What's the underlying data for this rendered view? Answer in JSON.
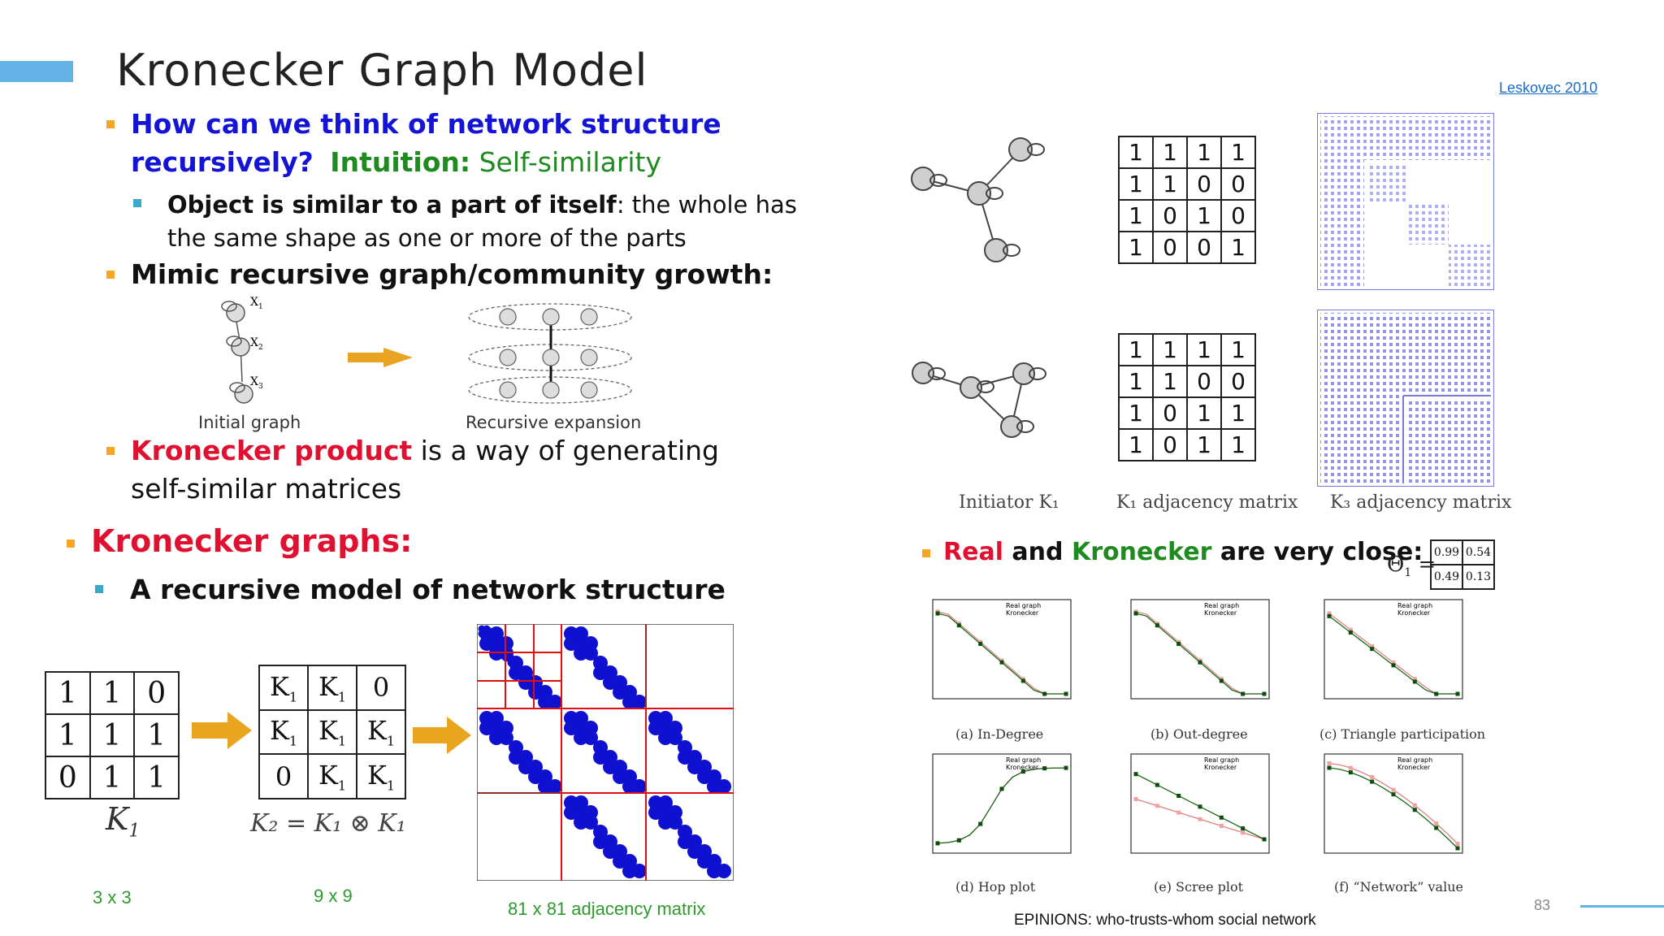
{
  "slide": {
    "title": "Kronecker Graph Model",
    "citation": "Leskovec 2010",
    "page_number": "83"
  },
  "left": {
    "b1_part1": "How can we think of network structure",
    "b1_part2": "recursively?",
    "b1_intuition": "Intuition:",
    "b1_selfsim": "Self-similarity",
    "b1_sub_bold": "Object is similar to a part of itself",
    "b1_sub_rest": ": the whole has",
    "b1_sub_line2": "the same shape as one or more of the parts",
    "b2": "Mimic recursive graph/community growth:",
    "diagram_label_initial": "Initial graph",
    "diagram_label_recursive": "Recursive expansion",
    "node_x1": "X",
    "node_x1_sub": "1",
    "node_x2": "X",
    "node_x2_sub": "2",
    "node_x3": "X",
    "node_x3_sub": "3",
    "b3_red": "Kronecker product",
    "b3_rest": " is a way of generating",
    "b3_line2": "self-similar matrices",
    "kg_heading": "Kronecker graphs:",
    "kg_sub": "A recursive model of network structure",
    "k1_matrix": [
      [
        "1",
        "1",
        "0"
      ],
      [
        "1",
        "1",
        "1"
      ],
      [
        "0",
        "1",
        "1"
      ]
    ],
    "k1_label": "K",
    "k1_sub": "1",
    "k2_matrix": [
      [
        "K",
        "K",
        "0"
      ],
      [
        "K",
        "K",
        "K"
      ],
      [
        "0",
        "K",
        "K"
      ]
    ],
    "k2_sub": "1",
    "k2_formula": "K₂ = K₁ ⊗ K₁",
    "size_3": "3 x 3",
    "size_9": "9 x 9",
    "size_81": "81 x 81 adjacency matrix"
  },
  "right": {
    "top_matrix": [
      [
        "1",
        "1",
        "1",
        "1"
      ],
      [
        "1",
        "1",
        "0",
        "0"
      ],
      [
        "1",
        "0",
        "1",
        "0"
      ],
      [
        "1",
        "0",
        "0",
        "1"
      ]
    ],
    "mid_matrix": [
      [
        "1",
        "1",
        "1",
        "1"
      ],
      [
        "1",
        "1",
        "0",
        "0"
      ],
      [
        "1",
        "0",
        "1",
        "1"
      ],
      [
        "1",
        "0",
        "1",
        "1"
      ]
    ],
    "cap_initiator": "Initiator K₁",
    "cap_adj": "K₁ adjacency matrix",
    "cap_k3": "K₃ adjacency matrix",
    "close_real": "Real",
    "close_and": " and ",
    "close_kron": "Kronecker",
    "close_rest": " are very close:",
    "theta_label": "Θ",
    "theta_sub": "1",
    "theta_eq": "=",
    "theta": [
      [
        "0.99",
        "0.54"
      ],
      [
        "0.49",
        "0.13"
      ]
    ],
    "plot_captions": [
      "(a) In-Degree",
      "(b) Out-degree",
      "(c) Triangle participation",
      "(d) Hop plot",
      "(e) Scree plot",
      "(f) “Network” value"
    ],
    "legend_real": "Real graph",
    "legend_kron": "Kronecker",
    "footer": "EPINIONS: who-trusts-whom social network"
  },
  "colors": {
    "accent": "#63b3e6",
    "bullet_orange": "#f5a623",
    "bullet_teal": "#3aa9c9",
    "blue_text": "#1414d6",
    "green_text": "#1f8a1f",
    "red_text": "#e01030",
    "matrix_blue": "#1010d0",
    "k3_dots": "#7a7ae0",
    "arrow": "#e9a520"
  }
}
